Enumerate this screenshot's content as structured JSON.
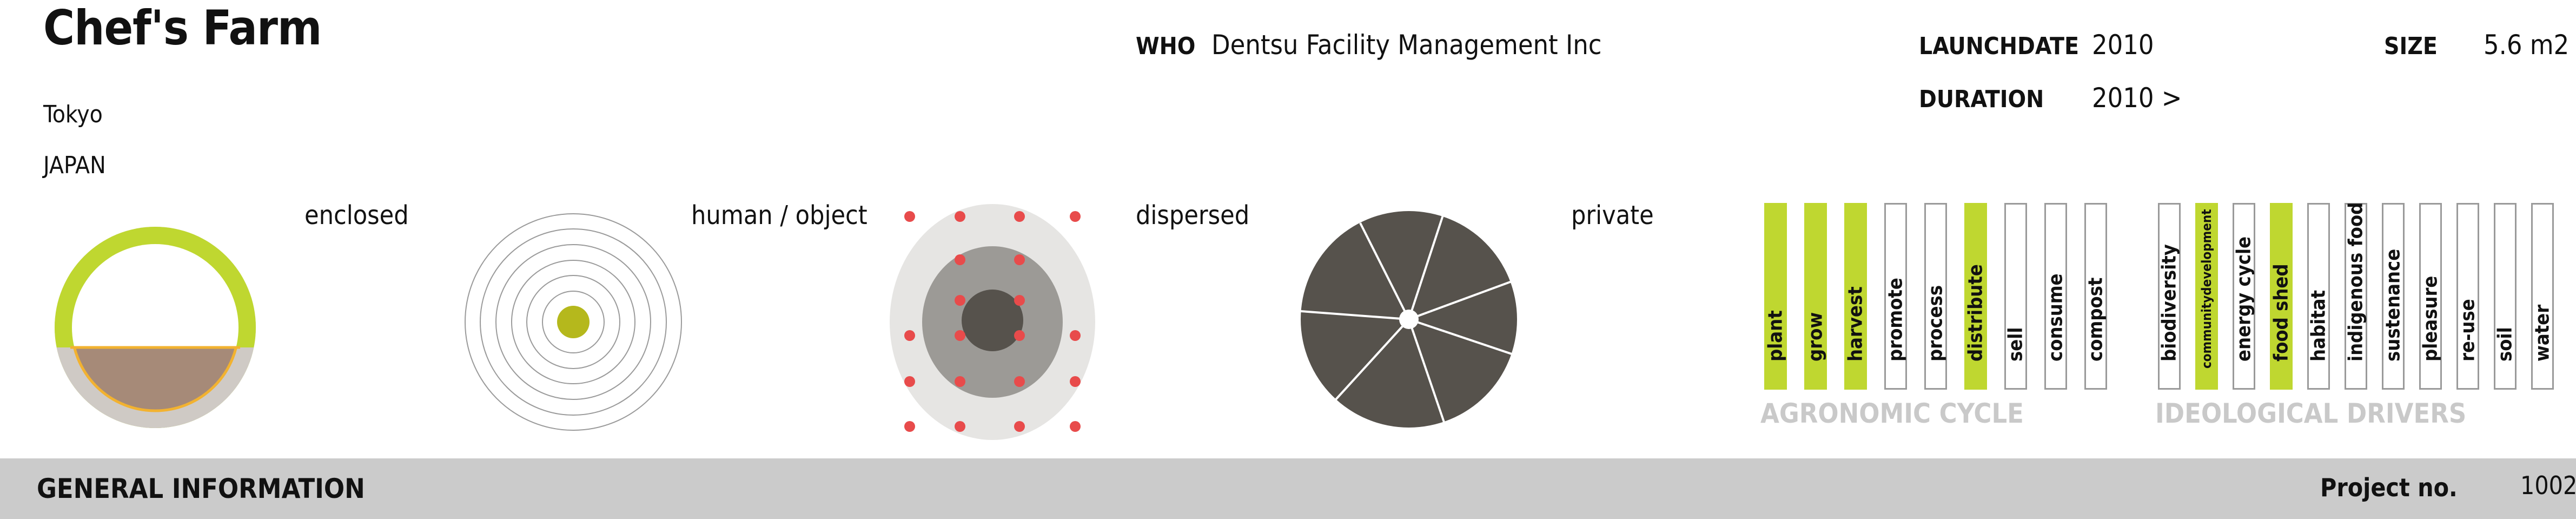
{
  "project": {
    "name": "Chef's Farm",
    "city": "Tokyo",
    "country": "JAPAN"
  },
  "info": {
    "who_label": "WHO",
    "who_value": "Dentsu Facility Management Inc",
    "launch_label": "LAUNCHDATE",
    "launch_value": "2010",
    "duration_label": "DURATION",
    "duration_value": "2010 >",
    "size_label": "SIZE",
    "size_value": "5.6 m2"
  },
  "diagrams": {
    "enclosure": "enclosed",
    "scale": "human / object",
    "distribution": "dispersed",
    "ownership": "private"
  },
  "agronomic_cycle": {
    "title": "AGRONOMIC CYCLE",
    "items": [
      {
        "label": "plant",
        "active": true
      },
      {
        "label": "grow",
        "active": true
      },
      {
        "label": "harvest",
        "active": true
      },
      {
        "label": "promote",
        "active": false
      },
      {
        "label": "process",
        "active": false
      },
      {
        "label": "distribute",
        "active": true
      },
      {
        "label": "sell",
        "active": false
      },
      {
        "label": "consume",
        "active": false
      },
      {
        "label": "compost",
        "active": false
      }
    ]
  },
  "ideological_drivers": {
    "title": "IDEOLOGICAL DRIVERS",
    "items": [
      {
        "label": "biodiversity",
        "active": false
      },
      {
        "label": "communitydevelopment",
        "active": true
      },
      {
        "label": "energy cycle",
        "active": false
      },
      {
        "label": "food shed",
        "active": true
      },
      {
        "label": "habitat",
        "active": false
      },
      {
        "label": "indigenous food",
        "active": false
      },
      {
        "label": "sustenance",
        "active": false
      },
      {
        "label": "pleasure",
        "active": false
      },
      {
        "label": "re-use",
        "active": false
      },
      {
        "label": "soil",
        "active": false
      },
      {
        "label": "water",
        "active": false
      }
    ]
  },
  "footer": {
    "section_label": "GENERAL INFORMATION",
    "project_no_label": "Project no.",
    "project_no_value": "1002"
  },
  "colors": {
    "accent_green": "#bfd730",
    "soil_brown": "#a68a78",
    "dark_grey": "#56524c",
    "marker_red": "#e84b4b"
  }
}
